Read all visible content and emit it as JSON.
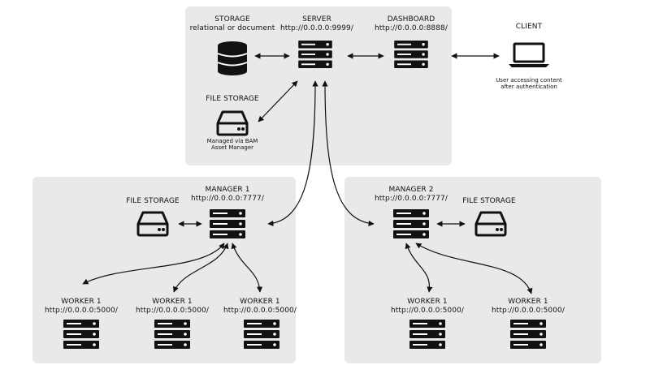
{
  "nodes": {
    "storage": {
      "title": "STORAGE",
      "subtitle": "relational or document"
    },
    "server": {
      "title": "SERVER",
      "url": "http://0.0.0.0:9999/"
    },
    "dashboard": {
      "title": "DASHBOARD",
      "url": "http://0.0.0.0:8888/"
    },
    "client": {
      "title": "CLIENT",
      "caption_line1": "User accessing content",
      "caption_line2": "after authentication"
    },
    "file_storage_top": {
      "title": "FILE STORAGE",
      "caption_line1": "Managed via BAM",
      "caption_line2": "Asset Manager"
    },
    "manager1": {
      "title": "MANAGER 1",
      "url": "http://0.0.0.0:7777/"
    },
    "file_storage_m1": {
      "title": "FILE STORAGE"
    },
    "manager2": {
      "title": "MANAGER 2",
      "url": "http://0.0.0.0:7777/"
    },
    "file_storage_m2": {
      "title": "FILE STORAGE"
    },
    "worker_m1_a": {
      "title": "WORKER 1",
      "url": "http://0.0.0.0:5000/"
    },
    "worker_m1_b": {
      "title": "WORKER 1",
      "url": "http://0.0.0.0:5000/"
    },
    "worker_m1_c": {
      "title": "WORKER 1",
      "url": "http://0.0.0.0:5000/"
    },
    "worker_m2_a": {
      "title": "WORKER 1",
      "url": "http://0.0.0.0:5000/"
    },
    "worker_m2_b": {
      "title": "WORKER 1",
      "url": "http://0.0.0.0:5000/"
    }
  },
  "icons": {
    "server": "server-rack-icon",
    "database": "database-icon",
    "drive": "hard-drive-icon",
    "laptop": "laptop-icon"
  },
  "colors": {
    "panel": "#e9e9e9",
    "stroke": "#111111"
  }
}
